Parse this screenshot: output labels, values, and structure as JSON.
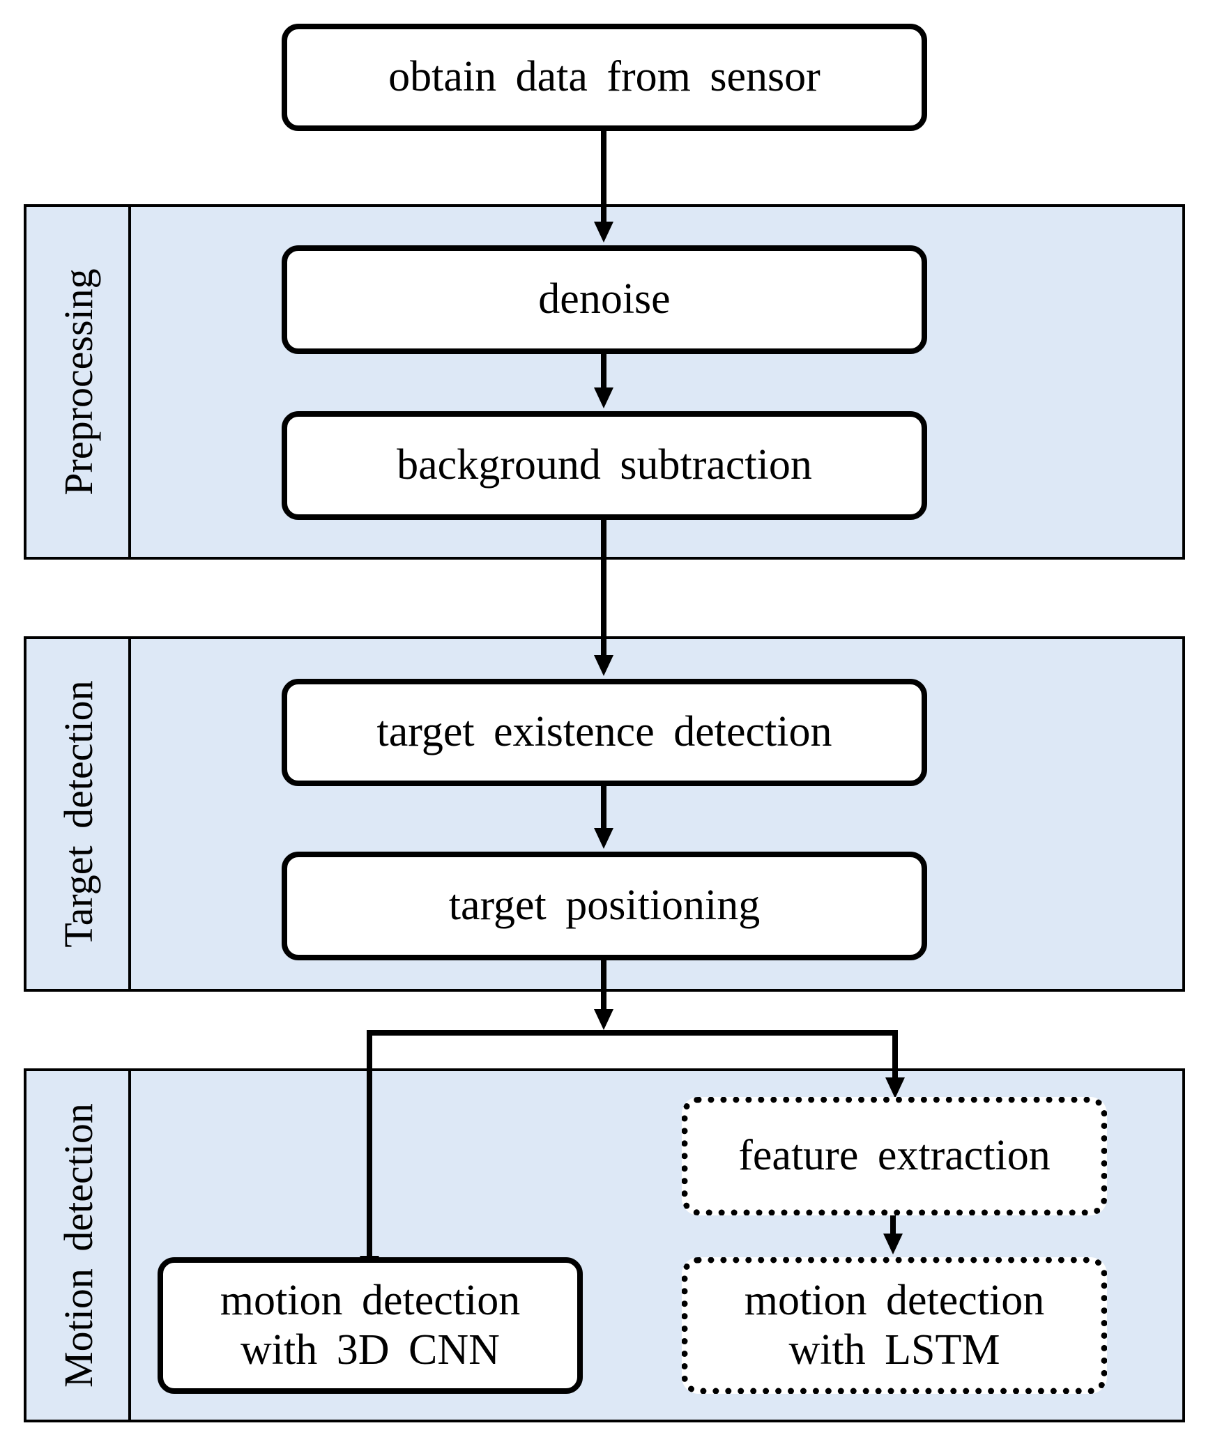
{
  "colors": {
    "panel_fill": "#dde8f6",
    "stroke": "#000000",
    "box_fill": "#ffffff"
  },
  "top_box": "obtain data from sensor",
  "panels": {
    "preprocessing": {
      "label": "Preprocessing",
      "boxes": [
        "denoise",
        "background subtraction"
      ]
    },
    "target_detection": {
      "label": "Target detection",
      "boxes": [
        "target existence detection",
        "target positioning"
      ]
    },
    "motion_detection": {
      "label": "Motion detection",
      "cnn_box": {
        "line1": "motion detection",
        "line2": "with 3D CNN"
      },
      "feature_box": "feature extraction",
      "lstm_box": {
        "line1": "motion detection",
        "line2": "with LSTM"
      }
    }
  }
}
